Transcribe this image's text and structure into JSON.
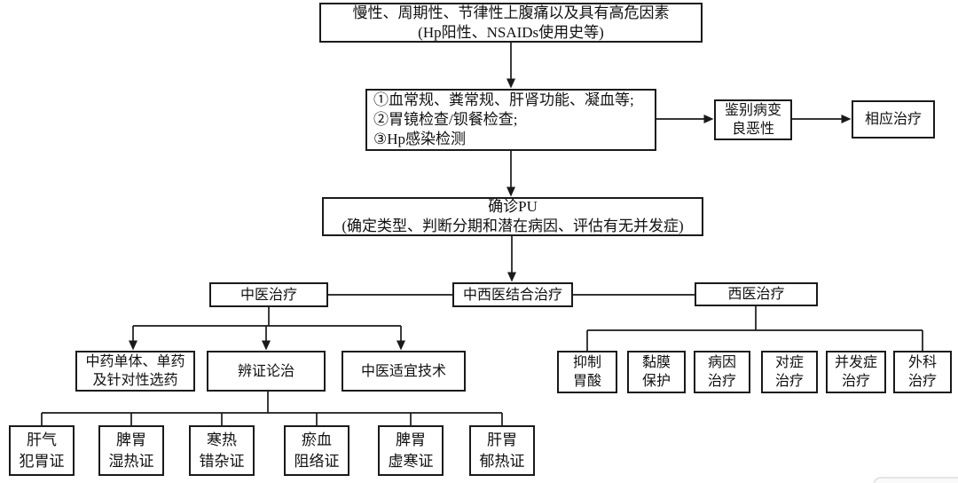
{
  "nodes": {
    "symptoms": "慢性、周期性、节律性上腹痛以及具有高危因素\n(Hp阳性、NSAIDs使用史等)",
    "workup": "①血常规、粪常规、肝肾功能、凝血等;\n②胃镜检查/钡餐检查;\n③Hp感染检测",
    "differentiate": "鉴别病变\n良恶性",
    "corresponding_treatment": "相应治疗",
    "confirm_pu": "确诊PU\n(确定类型、判断分期和潜在病因、评估有无并发症)",
    "tcm_treatment": "中医治疗",
    "integrated_treatment": "中西医结合治疗",
    "western_treatment": "西医治疗",
    "tcm_targeted_drugs": "中药单体、单药\n及针对性选药",
    "syndrome_differentiation": "辨证论治",
    "tcm_suitable_techniques": "中医适宜技术",
    "acid_suppression": "抑制\n胃酸",
    "mucosal_protection": "黏膜\n保护",
    "etiological_treatment": "病因\n治疗",
    "symptomatic_treatment": "对症\n治疗",
    "complication_treatment": "并发症\n治疗",
    "surgical_treatment": "外科\n治疗",
    "syndrome_liver_qi_stomach": "肝气\n犯胃证",
    "syndrome_spleen_damp_heat": "脾胃\n湿热证",
    "syndrome_cold_heat_complex": "寒热\n错杂证",
    "syndrome_blood_stasis": "瘀血\n阻络证",
    "syndrome_spleen_deficiency_cold": "脾胃\n虚寒证",
    "syndrome_liver_stomach_heat": "肝胃\n郁热证"
  },
  "colors": {
    "line": "#1a1a1a",
    "box_border": "#1a1a1a",
    "background": "#ffffff",
    "corner_widget_border": "#e5e5e5"
  }
}
